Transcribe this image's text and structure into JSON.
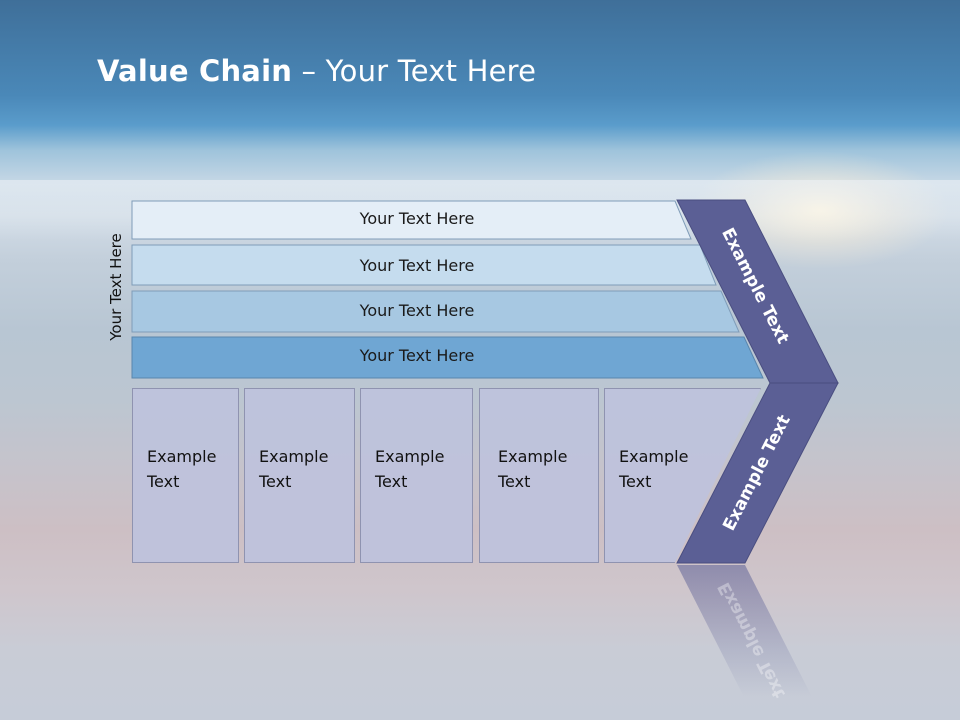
{
  "slide": {
    "title_bold": "Value Chain",
    "title_rest": " – Your Text Here",
    "side_label": "Your Text Here",
    "tiers": [
      {
        "label": "Your Text Here",
        "color": "#e4eef7"
      },
      {
        "label": "Your Text Here",
        "color": "#c5dcee"
      },
      {
        "label": "Your Text Here",
        "color": "#a7c8e2"
      },
      {
        "label": "Your Text Here",
        "color": "#6fa6d3"
      }
    ],
    "boxes": [
      {
        "line1": "Example",
        "line2": "Text"
      },
      {
        "line1": "Example",
        "line2": "Text"
      },
      {
        "line1": "Example",
        "line2": "Text"
      },
      {
        "line1": "Example",
        "line2": "Text"
      },
      {
        "line1": "Example",
        "line2": "Text"
      }
    ],
    "chevron_upper_label": "Example Text",
    "chevron_lower_label": "Example Text",
    "colors": {
      "chevron": "#5b5f95",
      "box_fill": "#bec2dc",
      "title_text": "#ffffff"
    }
  }
}
